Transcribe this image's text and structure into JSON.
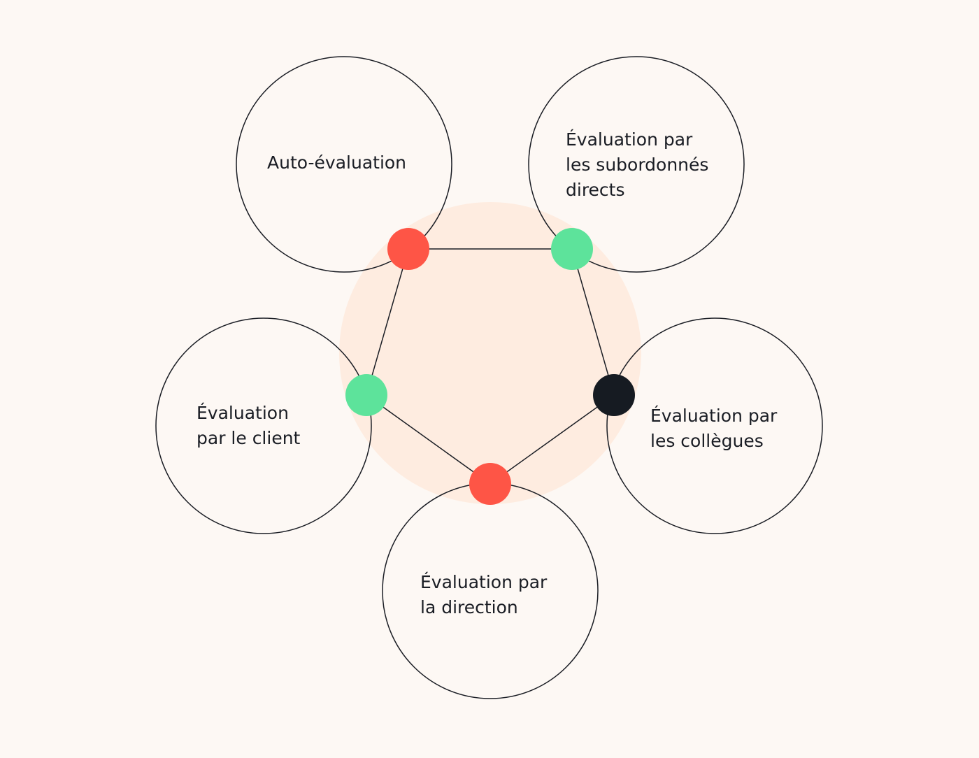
{
  "diagram": {
    "colors": {
      "background": "#fdf8f4",
      "center_fill": "#feece0",
      "outline": "#1a1d24",
      "red": "#fe5546",
      "green": "#5de39b",
      "black": "#161b22"
    },
    "evaluations": [
      {
        "id": "self",
        "label_lines": [
          "Auto-évaluation"
        ],
        "dot_color": "red"
      },
      {
        "id": "direct-reports",
        "label_lines": [
          "Évaluation par",
          "les subordonnés",
          "directs"
        ],
        "dot_color": "green"
      },
      {
        "id": "peers",
        "label_lines": [
          "Évaluation par",
          "les collègues"
        ],
        "dot_color": "black"
      },
      {
        "id": "management",
        "label_lines": [
          "Évaluation par",
          "la direction"
        ],
        "dot_color": "red"
      },
      {
        "id": "client",
        "label_lines": [
          "Évaluation",
          "par le client"
        ],
        "dot_color": "green"
      }
    ]
  }
}
